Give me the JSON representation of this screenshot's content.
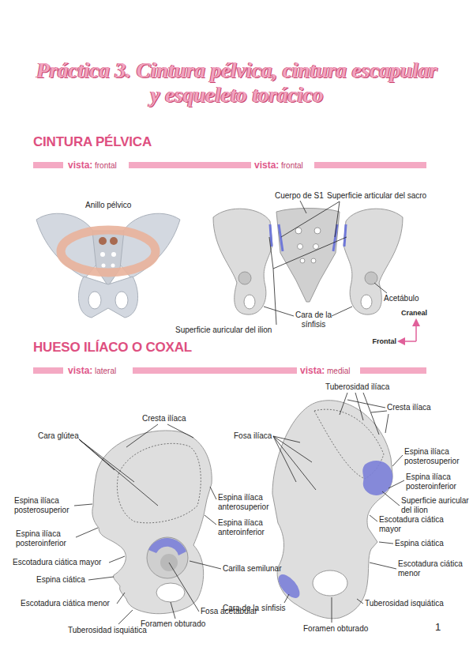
{
  "diagram": {
    "title": "Práctica 3. Cintura pélvica, cintura escapular y esqueleto torácico",
    "labels": [
      "CINTURA PÉLVICA",
      "vista:",
      "frontal",
      "vista:",
      "frontal",
      "Anillo pélvico",
      "Cuerpo de S1",
      "Superficie articular del sacro",
      "Acetábulo",
      "Cara de la sínfisis",
      "Superficie auricular del ilion",
      "Craneal",
      "Frontal",
      "HUESO ILÍACO O COXAL",
      "vista:",
      "lateral",
      "vista:",
      "medial",
      "Cresta ilíaca",
      "Cara glútea",
      "Espina ilíaca posterosuperior",
      "Espina ilíaca posteroinferior",
      "Escotadura ciática mayor",
      "Espina ciática",
      "Escotadura ciática menor",
      "Tuberosidad isquiática",
      "Espina ilíaca anterosuperior",
      "Espina ilíaca anteroinferior",
      "Carilla semilunar",
      "Fosa acetabular",
      "Foramen obturado",
      "Tuberosidad ilíaca",
      "Cresta ilíaca",
      "Fosa ilíaca",
      "Espina ilíaca posterosuperior",
      "Espina ilíaca posteroinferior",
      "Superficie auricular del ilion",
      "Escotadura ciática mayor",
      "Espina ciática",
      "Escotadura ciática menor",
      "Tuberosidad isquiática",
      "Cara de la sínfisis",
      "Foramen obturado",
      "1"
    ]
  }
}
